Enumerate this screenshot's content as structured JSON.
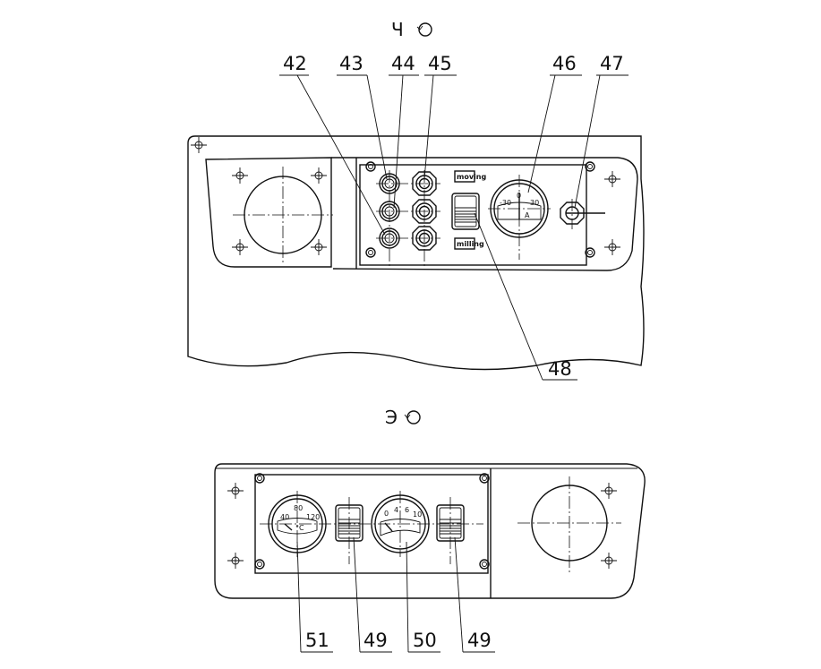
{
  "views": {
    "top": {
      "letter": "Ч"
    },
    "bottom": {
      "letter": "Э"
    }
  },
  "callouts": {
    "c42": "42",
    "c43": "43",
    "c44": "44",
    "c45": "45",
    "c46": "46",
    "c47": "47",
    "c48": "48",
    "c51": "51",
    "c49a": "49",
    "c50": "50",
    "c49b": "49"
  },
  "switch_tags": {
    "top": "moving",
    "bottom": "milling"
  },
  "ammeter": {
    "min": "-30",
    "mid": "0",
    "max": "30",
    "unit": "A"
  },
  "temp_gauge": {
    "t1": "40",
    "t2": "80",
    "t3": "120",
    "unit": "°C"
  },
  "pressure_gauge": {
    "p0": "0",
    "p4": "4",
    "p6": "6",
    "p10": "10"
  }
}
